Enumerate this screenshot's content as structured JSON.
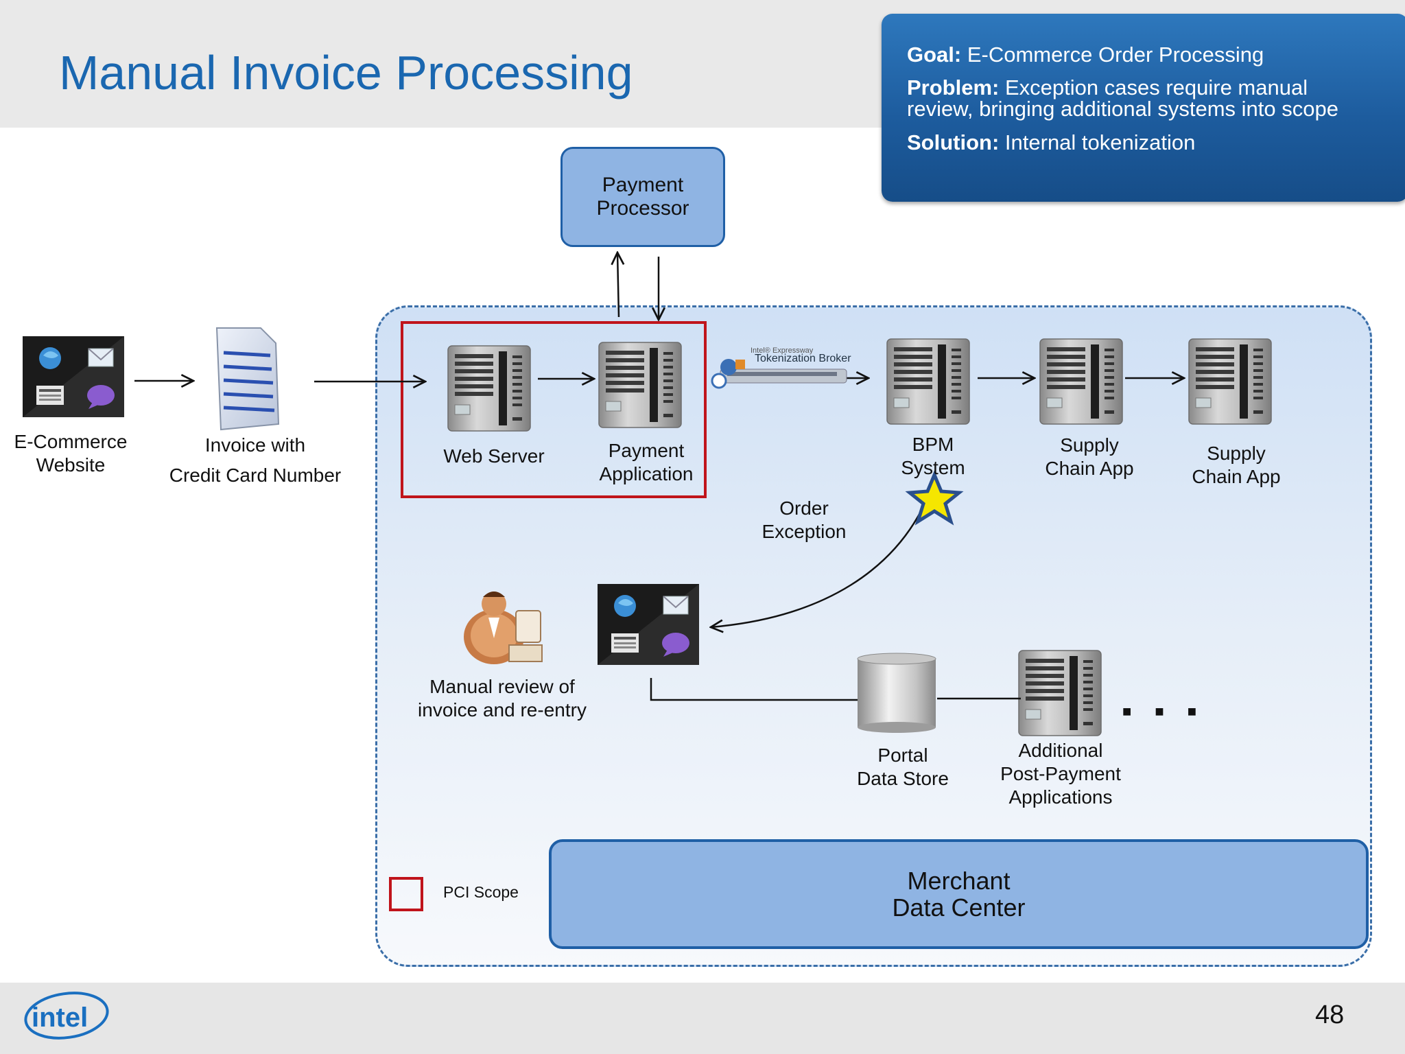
{
  "slide": {
    "title": "Manual Invoice Processing",
    "page_number": "48",
    "logo_text": "intel"
  },
  "goal_box": {
    "goal_label": "Goal:",
    "goal_text": " E-Commerce Order Processing",
    "problem_label": "Problem:",
    "problem_text_1": " Exception cases require manual",
    "problem_text_2": "review, bringing additional systems into scope",
    "solution_label": "Solution:",
    "solution_text": " Internal tokenization"
  },
  "nodes": {
    "ecommerce": {
      "line1": "E-Commerce",
      "line2": "Website"
    },
    "invoice": {
      "line1": "Invoice with",
      "line2": "Credit Card Number"
    },
    "payment_processor": {
      "line1": "Payment",
      "line2": "Processor"
    },
    "web_server": {
      "label": "Web Server"
    },
    "payment_app": {
      "line1": "Payment",
      "line2": "Application"
    },
    "broker": {
      "small": "Intel® Expressway",
      "label": "Tokenization Broker"
    },
    "bpm": {
      "line1": "BPM",
      "line2": "System"
    },
    "supply1": {
      "line1": "Supply",
      "line2": "Chain App"
    },
    "supply2": {
      "line1": "Supply",
      "line2": "Chain App"
    },
    "order_exception": {
      "line1": "Order",
      "line2": "Exception"
    },
    "manual_review": {
      "line1": "Manual review of",
      "line2": "invoice and re-entry"
    },
    "portal": {
      "line1": "Portal",
      "line2": "Data Store"
    },
    "additional": {
      "line1": "Additional",
      "line2": "Post-Payment",
      "line3": "Applications"
    },
    "ellipsis": "■ ■ ■",
    "merchant": {
      "line1": "Merchant",
      "line2": "Data Center"
    }
  },
  "legend": {
    "label": "PCI Scope"
  },
  "colors": {
    "title_blue": "#1a67b0",
    "pci_red": "#c0141b",
    "box_blue": "#8fb4e3",
    "border_blue": "#1f5fa6"
  }
}
